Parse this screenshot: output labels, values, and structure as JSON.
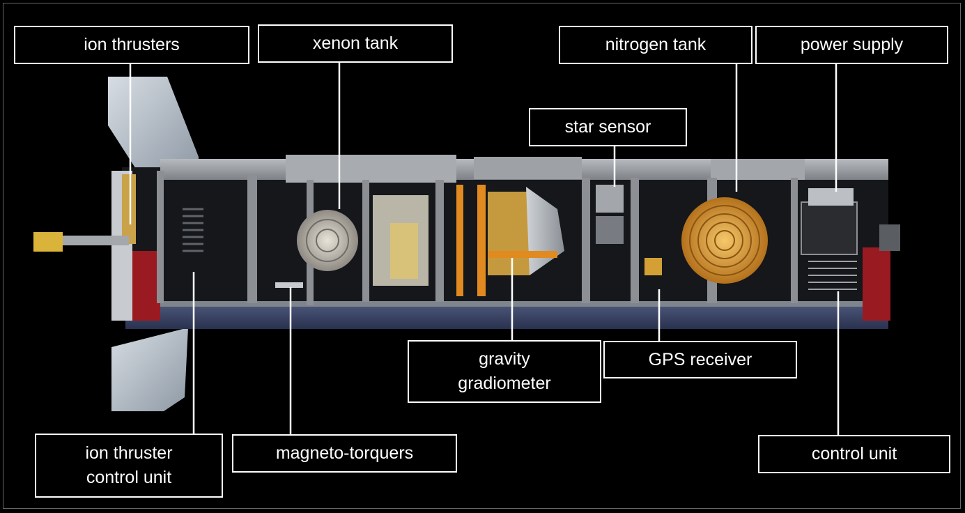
{
  "labels": {
    "ion_thrusters": "ion thrusters",
    "xenon_tank": "xenon tank",
    "nitrogen_tank": "nitrogen tank",
    "power_supply": "power supply",
    "star_sensor": "star sensor",
    "gravity_gradiometer": "gravity\ngradiometer",
    "gps_receiver": "GPS receiver",
    "ion_thruster_control_unit": "ion thruster\ncontrol unit",
    "magneto_torquers": "magneto-torquers",
    "control_unit": "control unit"
  },
  "colors": {
    "background": "#000000",
    "label_border": "#ffffff",
    "label_text": "#ffffff",
    "hull_red": "#9a1a22",
    "hull_blue": "#3a4568",
    "solar_wing": "#b8c2cc",
    "gold_foil": "#d99a2b",
    "structure_grey": "#8c8f94"
  }
}
